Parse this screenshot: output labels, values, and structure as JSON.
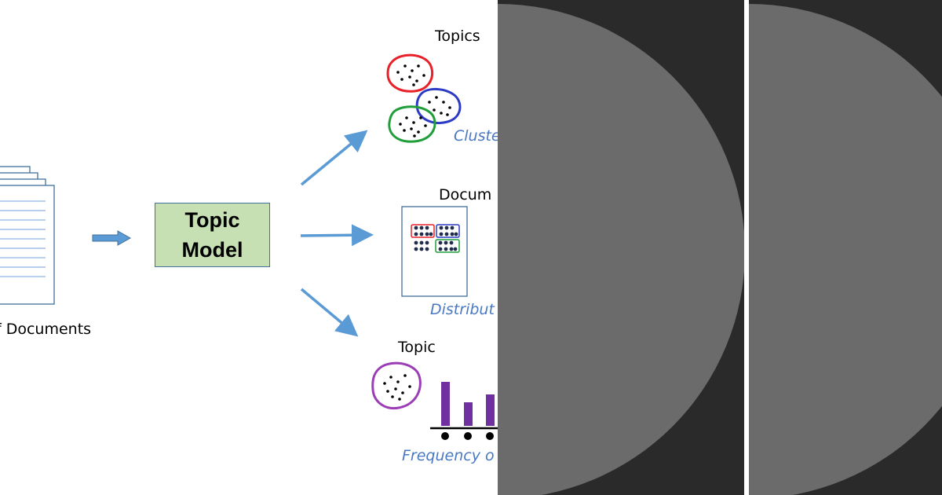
{
  "diagram": {
    "documents_label": "f Documents",
    "model_box": {
      "line1": "Topic",
      "line2": "Model"
    },
    "outputs": [
      {
        "heading": "Topics",
        "caption": "Cluste"
      },
      {
        "heading": "Docum",
        "caption": "Distribut"
      },
      {
        "heading": "Topic",
        "caption": "Frequency o"
      }
    ]
  },
  "colors": {
    "arrow": "#5b9bd5",
    "document_stroke": "#41719c",
    "model_fill": "#c6e0b4",
    "cluster_red": "#e8202a",
    "cluster_blue": "#2d3bc4",
    "cluster_green": "#1f9e3a",
    "cluster_purple": "#9b3db5",
    "bar": "#7030a0",
    "caption": "#4a78c2",
    "overlay_dark": "#2a2a2a",
    "overlay_light": "#6b6b6b"
  }
}
